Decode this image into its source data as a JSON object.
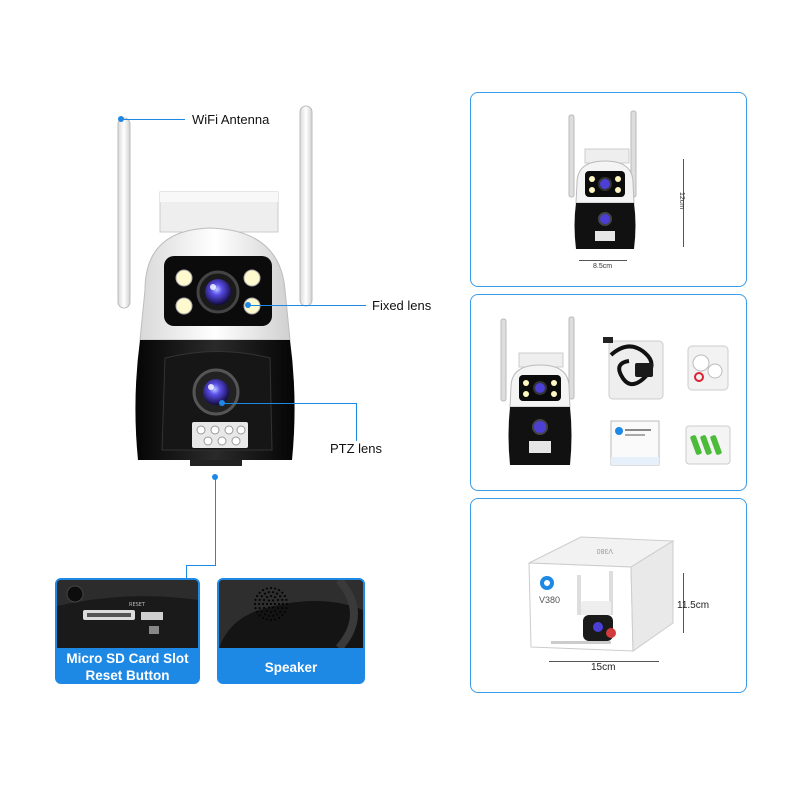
{
  "callouts": {
    "wifi_antenna": "WiFi Antenna",
    "fixed_lens": "Fixed lens",
    "ptz_lens": "PTZ lens"
  },
  "feature_cards": [
    {
      "line1": "Micro SD Card Slot",
      "line2": "Reset Button"
    },
    {
      "line1": "Speaker",
      "line2": ""
    }
  ],
  "dimensions_panel": {
    "width": "8.5cm",
    "height": "12cm"
  },
  "box_panel": {
    "brand": "V380",
    "width": "15cm",
    "height": "11.5cm"
  },
  "colors": {
    "accent": "#1e88e5",
    "panel_border": "#3a9be8",
    "camera_white": "#f2f2f2",
    "camera_black": "#111111",
    "lens_blue": "#4b3fd6"
  },
  "icons": [
    "camera-illustration",
    "sd-slot",
    "speaker-grille",
    "cable-accessory",
    "screw-pack",
    "manual",
    "anchor-pack",
    "product-box"
  ]
}
